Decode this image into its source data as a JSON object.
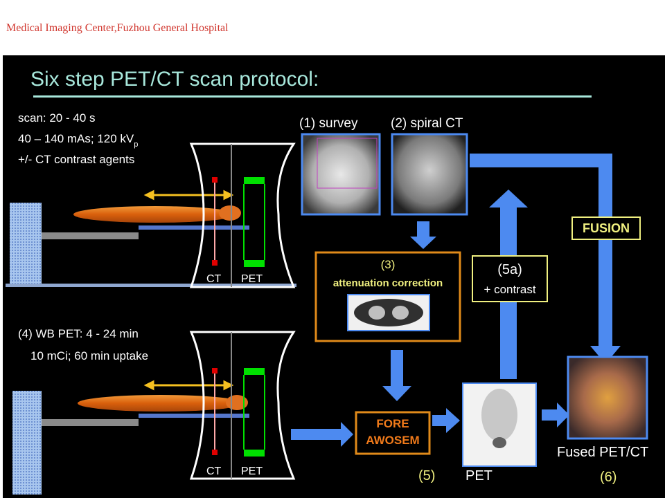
{
  "header": {
    "institution": "Medical Imaging Center,Fuzhou General Hospital"
  },
  "slide": {
    "title": "Six step PET/CT scan protocol:",
    "ct_params": {
      "scan": "scan: 20 - 40 s",
      "dose": "40 – 140  mAs; 120 kV",
      "dose_sub": "p",
      "contrast": "+/- CT contrast agents"
    },
    "pet_params": {
      "time": "(4) WB PET: 4 - 24 min",
      "uptake": "10 mCi; 60 min uptake"
    },
    "scanner": {
      "ct": "CT",
      "pet": "PET"
    },
    "steps": {
      "survey": "(1) survey",
      "spiral_ct": "(2) spiral CT",
      "attenuation_num": "(3)",
      "attenuation": "attenuation correction",
      "recon_line1": "FORE",
      "recon_line2": "AWOSEM",
      "recon_num": "(5)",
      "pet": "PET",
      "contrast_num": "(5a)",
      "contrast": "+ contrast",
      "fusion": "FUSION",
      "fused": "Fused PET/CT",
      "fused_num": "(6)"
    },
    "colors": {
      "background": "#000000",
      "title": "#a8e8dc",
      "text": "#ffffff",
      "label_yellow": "#f0f080",
      "arrow_blue": "#4d8af0",
      "orange_box": "#e08a1a",
      "recon_text": "#f07a1a",
      "patient": "#e06a10",
      "pet_ring": "#00e000",
      "ct_tube": "#e00000",
      "header": "#d0342c"
    }
  }
}
